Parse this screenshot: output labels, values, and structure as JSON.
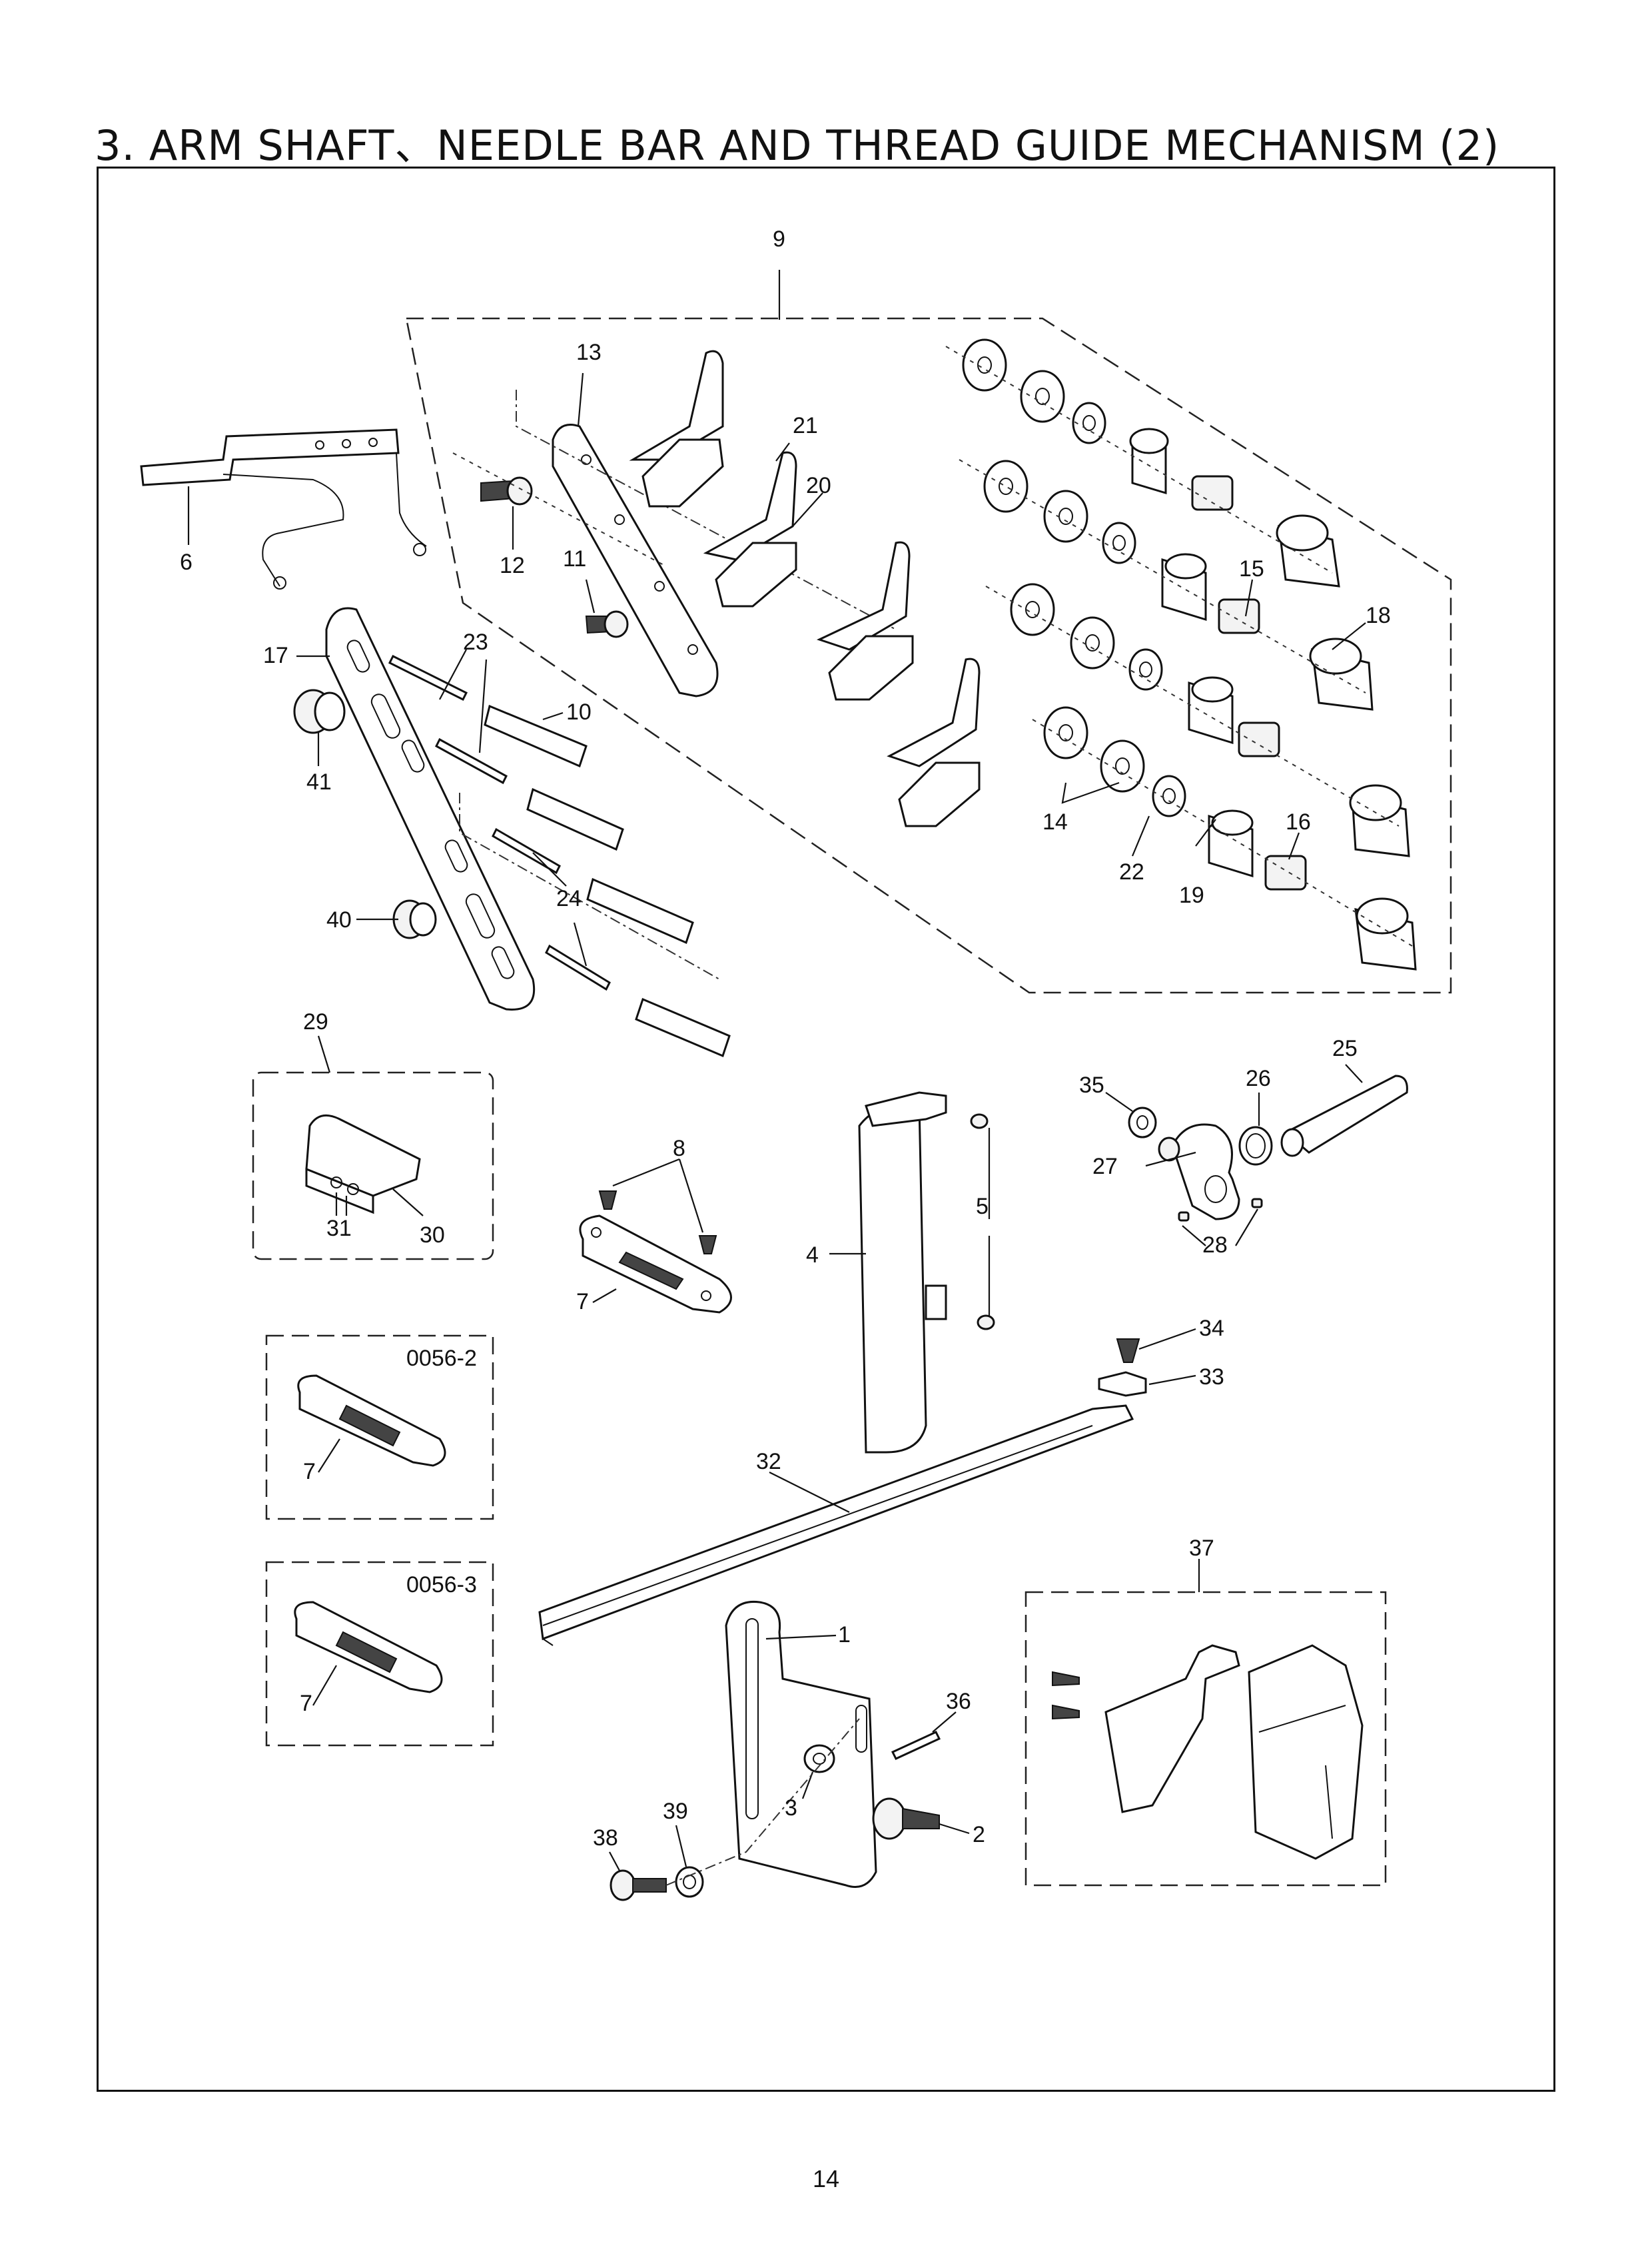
{
  "title": "3. ARM  SHAFT、NEEDLE BAR AND THREAD GUIDE MECHANISM  (2)",
  "page_number": "14",
  "callouts": {
    "c1": "1",
    "c2": "2",
    "c3": "3",
    "c4": "4",
    "c5": "5",
    "c6": "6",
    "c7a": "7",
    "c7b": "7",
    "c7c": "7",
    "c8": "8",
    "c9": "9",
    "c10": "10",
    "c11": "11",
    "c12": "12",
    "c13": "13",
    "c14": "14",
    "c15": "15",
    "c16": "16",
    "c17": "17",
    "c18": "18",
    "c19": "19",
    "c20": "20",
    "c21": "21",
    "c22": "22",
    "c23": "23",
    "c24": "24",
    "c25": "25",
    "c26": "26",
    "c27": "27",
    "c28": "28",
    "c29": "29",
    "c30": "30",
    "c31": "31",
    "c32": "32",
    "c33": "33",
    "c34": "34",
    "c35": "35",
    "c36": "36",
    "c37": "37",
    "c38": "38",
    "c39": "39",
    "c40": "40",
    "c41": "41"
  },
  "variants": {
    "v1": "0056-2",
    "v2": "0056-3"
  }
}
